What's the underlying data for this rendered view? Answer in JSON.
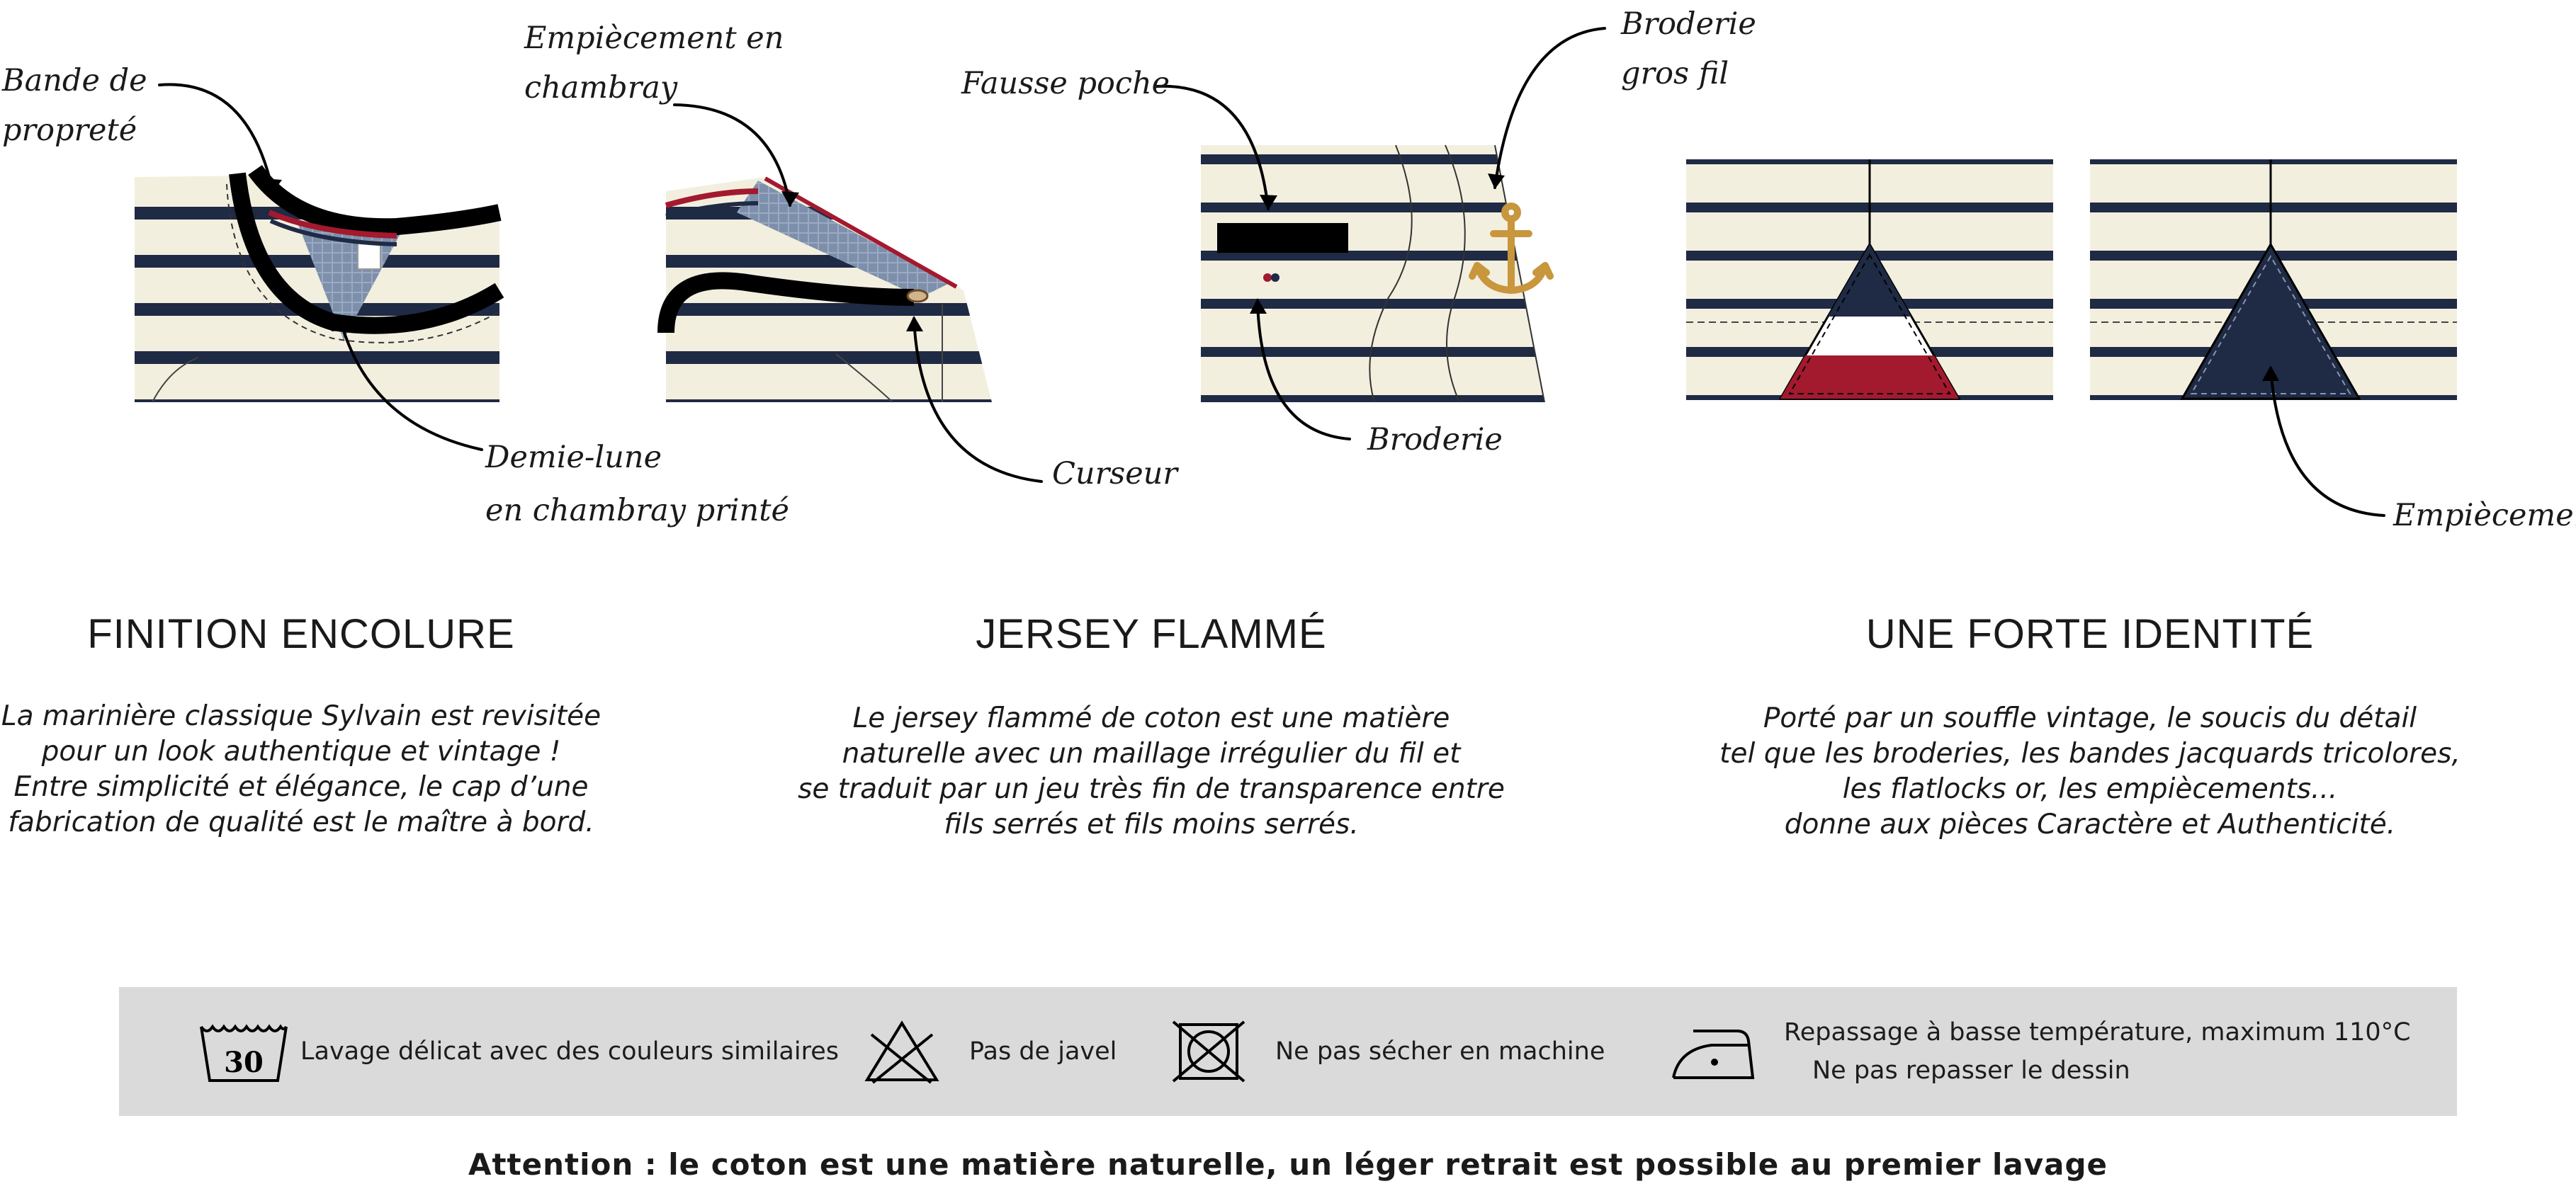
{
  "annotations": {
    "bande_de_proprete": [
      "Bande de",
      "propreté"
    ],
    "empiecement_chambray": [
      "Empiècement en",
      "chambray"
    ],
    "demie_lune": [
      "Demie-lune",
      "en chambray printé"
    ],
    "curseur": "Curseur",
    "fausse_poche": "Fausse poche",
    "broderie_gros_fil": [
      "Broderie",
      "gros fil"
    ],
    "broderie": "Broderie",
    "empiecements": "Empiècements"
  },
  "sections": [
    {
      "title": "FINITION ENCOLURE",
      "lines": [
        "La marinière classique Sylvain est revisitée",
        "pour un look authentique et vintage !",
        "Entre simplicité et élégance, le cap d’une",
        "fabrication de qualité est le maître à bord."
      ]
    },
    {
      "title": "JERSEY FLAMMÉ",
      "lines": [
        "Le jersey flammé de coton est une matière",
        "naturelle avec un maillage irrégulier du fil et",
        "se traduit par un jeu très fin de transparence entre",
        "fils serrés et fils moins serrés."
      ]
    },
    {
      "title": "UNE FORTE IDENTITÉ",
      "lines": [
        "Porté par un souffle vintage, le soucis du détail",
        "tel que les broderies, les bandes jacquards tricolores,",
        "les flatlocks or, les empiècements...",
        "donne aux pièces Caractère et Authenticité."
      ]
    }
  ],
  "care": {
    "wash_temp": "30",
    "wash_label": "Lavage délicat avec des couleurs similaires",
    "bleach_label": "Pas de javel",
    "dryer_label": "Ne pas sécher en machine",
    "iron_label_1": "Repassage à basse température, maximum 110°C",
    "iron_label_2": "Ne pas repasser le dessin",
    "icons": [
      "wash-30-icon",
      "no-bleach-icon",
      "no-tumble-dry-icon",
      "low-iron-icon"
    ]
  },
  "attention": "Attention : le coton est une matière naturelle, un léger retrait est possible au premier lavage",
  "colors": {
    "navy": "#1f2a44",
    "cream": "#f3efdf",
    "red": "#a3192e",
    "chambray": "#7d8fab",
    "gold": "#c8963c",
    "care_bg": "#dadada"
  }
}
